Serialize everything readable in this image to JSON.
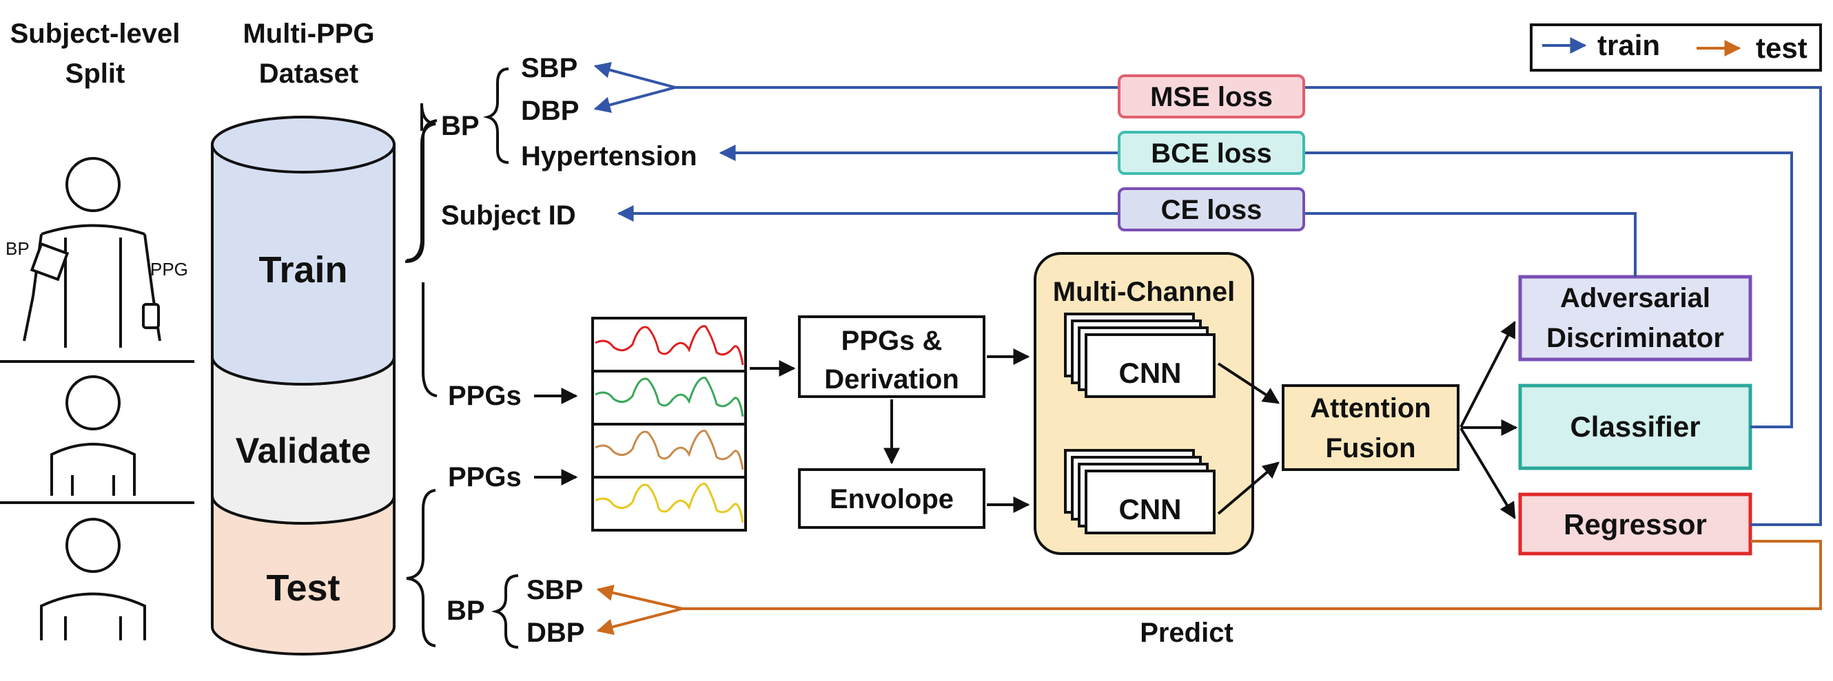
{
  "headers": {
    "split_line1": "Subject-level",
    "split_line2": "Split",
    "dataset_line1": "Multi-PPG",
    "dataset_line2": "Dataset"
  },
  "body_labels": {
    "bp": "BP",
    "ppg": "PPG"
  },
  "dataset": {
    "train": "Train",
    "validate": "Validate",
    "test": "Test"
  },
  "train_targets": {
    "bp": "BP",
    "sbp": "SBP",
    "dbp": "DBP",
    "hypertension": "Hypertension",
    "subject_id": "Subject ID",
    "ppgs": "PPGs"
  },
  "test_targets": {
    "ppgs": "PPGs",
    "bp": "BP",
    "sbp": "SBP",
    "dbp": "DBP"
  },
  "losses": {
    "mse": "MSE loss",
    "bce": "BCE loss",
    "ce": "CE loss"
  },
  "legend": {
    "train": "train",
    "test": "test"
  },
  "blocks": {
    "ppg_derivation_line1": "PPGs &",
    "ppg_derivation_line2": "Derivation",
    "envelope": "Envolope",
    "multichannel": "Multi-Channel",
    "cnn_top": "CNN",
    "cnn_bottom": "CNN",
    "attention_line1": "Attention",
    "attention_line2": "Fusion",
    "adversarial_line1": "Adversarial",
    "adversarial_line2": "Discriminator",
    "classifier": "Classifier",
    "regressor": "Regressor",
    "predict": "Predict"
  },
  "colors": {
    "train_arrow": "#3356a8",
    "test_arrow": "#cc6a1e",
    "train_fill": "#d6dff2",
    "validate_fill": "#efefef",
    "test_fill": "#f8dfcf",
    "mse_border": "#e06070",
    "mse_fill": "#f8d7db",
    "bce_border": "#3fbdb1",
    "bce_fill": "#d3f1ee",
    "ce_border": "#7a4fb5",
    "ce_fill": "#d9dff0",
    "multichannel_fill": "#fbe8be",
    "attention_fill": "#fbe8be",
    "adversarial_border": "#7a4fb5",
    "adversarial_fill": "#dfe3f4",
    "classifier_border": "#2aa89a",
    "classifier_fill": "#d3f1ee",
    "regressor_border": "#e02828",
    "regressor_fill": "#f8d9dc",
    "signal_red": "#e02020",
    "signal_green": "#3aa85a",
    "signal_brown": "#c98a4a",
    "signal_yellow": "#e8c820"
  }
}
